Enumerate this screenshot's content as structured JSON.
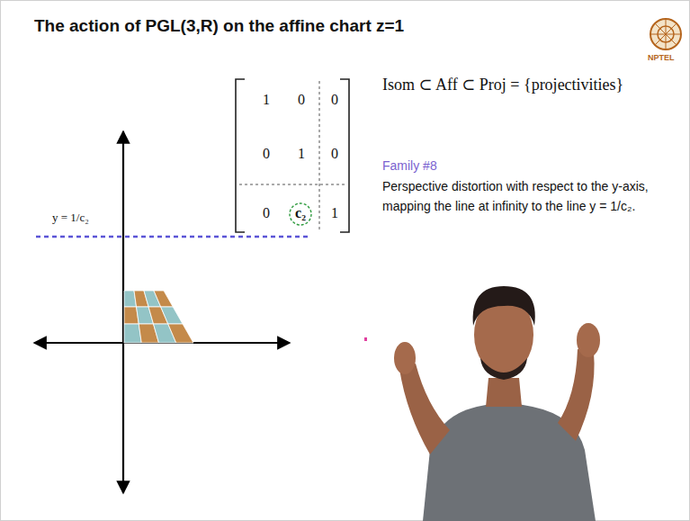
{
  "diagram": {
    "title": "The action of PGL(3,R) on the affine chart z=1",
    "labels": [
      "1",
      "0",
      "0",
      "0",
      "1",
      "0",
      "0",
      "c₂",
      "1",
      "y = 1/c₂",
      "Isom ⊂ Aff ⊂ Proj = {projectivities}",
      "Family #8",
      "Perspective distortion with respect to the y-axis, mapping the line at infinity to the line y = 1/c₂.",
      "NPTEL"
    ]
  }
}
